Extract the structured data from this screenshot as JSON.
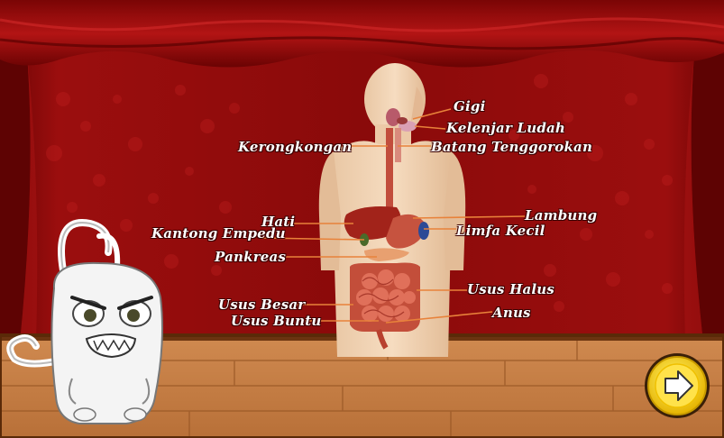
{
  "labels": {
    "gigi": "Gigi",
    "kelenjar_ludah": "Kelenjar Ludah",
    "kerongkongan": "Kerongkongan",
    "batang_tenggorokan": "Batang Tenggorokan",
    "lambung": "Lambung",
    "hati": "Hati",
    "kantong_empedu": "Kantong Empedu",
    "limfa_kecil": "Limfa Kecil",
    "pankreas": "Pankreas",
    "usus_halus": "Usus Halus",
    "usus_besar": "Usus Besar",
    "anus": "Anus",
    "usus_buntu": "Usus Buntu"
  },
  "colors": {
    "curtain": "#8b0a0a",
    "curtain_dark": "#5c0303",
    "floor": "#c8824a",
    "floor_dark": "#8a4a20",
    "leader_line": "#e07a2a",
    "button_ring": "#f4c400",
    "button_arrow": "#ffe000"
  },
  "icons": {
    "next": "arrow-right-icon",
    "mascot": "white-cat-mascot"
  }
}
